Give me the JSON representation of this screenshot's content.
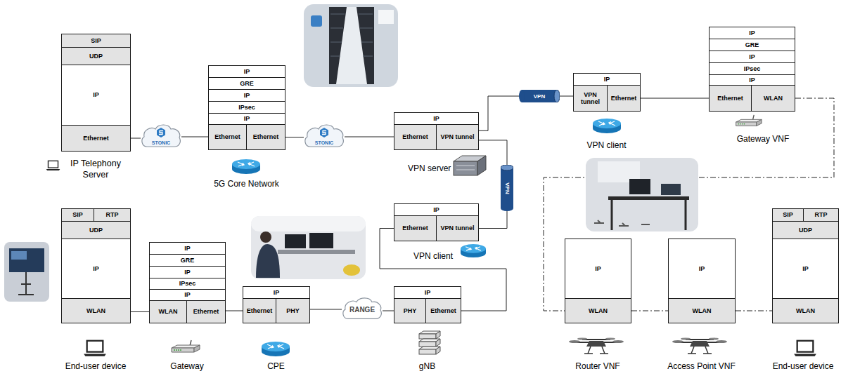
{
  "diagram": {
    "nodes": [
      {
        "text": [
          "IP Telephony Server"
        ]
      },
      {
        "text": [
          "SIP"
        ],
        "in": 0
      },
      {
        "text": [
          "UDP"
        ],
        "in": 0
      },
      {
        "text": [
          "IP"
        ],
        "in": 0
      },
      {
        "text": [
          "Ethernet"
        ],
        "in": 0
      },
      {
        "text": [
          "STONIC"
        ]
      },
      {
        "text": [
          "5G Core Network"
        ]
      },
      {
        "text": [
          "IP"
        ],
        "in": 6
      },
      {
        "text": [
          "GRE"
        ],
        "in": 6
      },
      {
        "text": [
          "IP"
        ],
        "in": 6
      },
      {
        "text": [
          "IPsec"
        ],
        "in": 6
      },
      {
        "text": [
          "IP"
        ],
        "in": 6
      },
      {
        "text": [
          "Ethernet"
        ],
        "in": 6
      },
      {
        "text": [
          "Ethernet"
        ],
        "in": 6
      },
      {
        "text": [
          "STONIC"
        ]
      },
      {
        "text": [
          "VPN server"
        ]
      },
      {
        "text": [
          "IP"
        ],
        "in": 15
      },
      {
        "text": [
          "Ethernet"
        ],
        "in": 15
      },
      {
        "text": [
          "VPN tunnel"
        ],
        "in": 15
      },
      {
        "text": [
          "VPN"
        ]
      },
      {
        "text": [
          "VPN client"
        ]
      },
      {
        "text": [
          "IP"
        ],
        "in": 20
      },
      {
        "text": [
          "VPN tunnel"
        ],
        "in": 20
      },
      {
        "text": [
          "Ethernet"
        ],
        "in": 20
      },
      {
        "text": [
          "Gateway VNF"
        ]
      },
      {
        "text": [
          "IP"
        ],
        "in": 24
      },
      {
        "text": [
          "GRE"
        ],
        "in": 24
      },
      {
        "text": [
          "IP"
        ],
        "in": 24
      },
      {
        "text": [
          "IPsec"
        ],
        "in": 24
      },
      {
        "text": [
          "IP"
        ],
        "in": 24
      },
      {
        "text": [
          "Ethernet"
        ],
        "in": 24
      },
      {
        "text": [
          "WLAN"
        ],
        "in": 24
      },
      {
        "text": [
          "VPN"
        ]
      },
      {
        "text": [
          "VPN client"
        ]
      },
      {
        "text": [
          "IP"
        ],
        "in": 33
      },
      {
        "text": [
          "Ethernet"
        ],
        "in": 33
      },
      {
        "text": [
          "VPN tunnel"
        ],
        "in": 33
      },
      {
        "text": [
          "End-user device"
        ]
      },
      {
        "text": [
          "SIP"
        ],
        "in": 37
      },
      {
        "text": [
          "RTP"
        ],
        "in": 37
      },
      {
        "text": [
          "UDP"
        ],
        "in": 37
      },
      {
        "text": [
          "IP"
        ],
        "in": 37
      },
      {
        "text": [
          "WLAN"
        ],
        "in": 37
      },
      {
        "text": [
          "Gateway"
        ]
      },
      {
        "text": [
          "IP"
        ],
        "in": 43
      },
      {
        "text": [
          "GRE"
        ],
        "in": 43
      },
      {
        "text": [
          "IP"
        ],
        "in": 43
      },
      {
        "text": [
          "IPsec"
        ],
        "in": 43
      },
      {
        "text": [
          "IP"
        ],
        "in": 43
      },
      {
        "text": [
          "WLAN"
        ],
        "in": 43
      },
      {
        "text": [
          "Ethernet"
        ],
        "in": 43
      },
      {
        "text": [
          "CPE"
        ]
      },
      {
        "text": [
          "IP"
        ],
        "in": 51
      },
      {
        "text": [
          "Ethernet"
        ],
        "in": 51
      },
      {
        "text": [
          "PHY"
        ],
        "in": 51
      },
      {
        "text": [
          "RANGE"
        ]
      },
      {
        "text": [
          "gNB"
        ]
      },
      {
        "text": [
          "IP"
        ],
        "in": 56
      },
      {
        "text": [
          "PHY"
        ],
        "in": 56
      },
      {
        "text": [
          "Ethernet"
        ],
        "in": 56
      },
      {
        "text": [
          "Router VNF"
        ]
      },
      {
        "text": [
          "IP"
        ],
        "in": 60
      },
      {
        "text": [
          "WLAN"
        ],
        "in": 60
      },
      {
        "text": [
          "Access Point VNF"
        ]
      },
      {
        "text": [
          "IP"
        ],
        "in": 63
      },
      {
        "text": [
          "WLAN"
        ],
        "in": 63
      },
      {
        "text": [
          "End-user device"
        ]
      },
      {
        "text": [
          "SIP"
        ],
        "in": 66
      },
      {
        "text": [
          "RTP"
        ],
        "in": 66
      },
      {
        "text": [
          "UDP"
        ],
        "in": 66
      },
      {
        "text": [
          "IP"
        ],
        "in": 66
      },
      {
        "text": [
          "WLAN"
        ],
        "in": 66
      }
    ],
    "edges": [
      {
        "from": 4,
        "to": 5,
        "arrow": "none"
      },
      {
        "from": 5,
        "to": 12,
        "arrow": "none"
      },
      {
        "from": 13,
        "to": 14,
        "arrow": "none"
      },
      {
        "from": 14,
        "to": 17,
        "arrow": "none"
      },
      {
        "from": 18,
        "to": 19,
        "arrow": "none"
      },
      {
        "from": 19,
        "to": 22,
        "arrow": "none"
      },
      {
        "from": 18,
        "to": 32,
        "arrow": "none"
      },
      {
        "from": 32,
        "to": 36,
        "arrow": "none"
      },
      {
        "from": 35,
        "to": 59,
        "arrow": "none"
      },
      {
        "from": 58,
        "to": 55,
        "arrow": "none"
      },
      {
        "from": 55,
        "to": 54,
        "arrow": "none"
      },
      {
        "from": 53,
        "to": 50,
        "arrow": "none"
      },
      {
        "from": 49,
        "to": 42,
        "arrow": "none"
      },
      {
        "from": 23,
        "to": 30,
        "arrow": "none"
      },
      {
        "from": 31,
        "to": 62,
        "arrow": "none"
      },
      {
        "from": 62,
        "to": 65,
        "arrow": "none"
      },
      {
        "from": 65,
        "to": 71,
        "arrow": "none"
      }
    ]
  }
}
